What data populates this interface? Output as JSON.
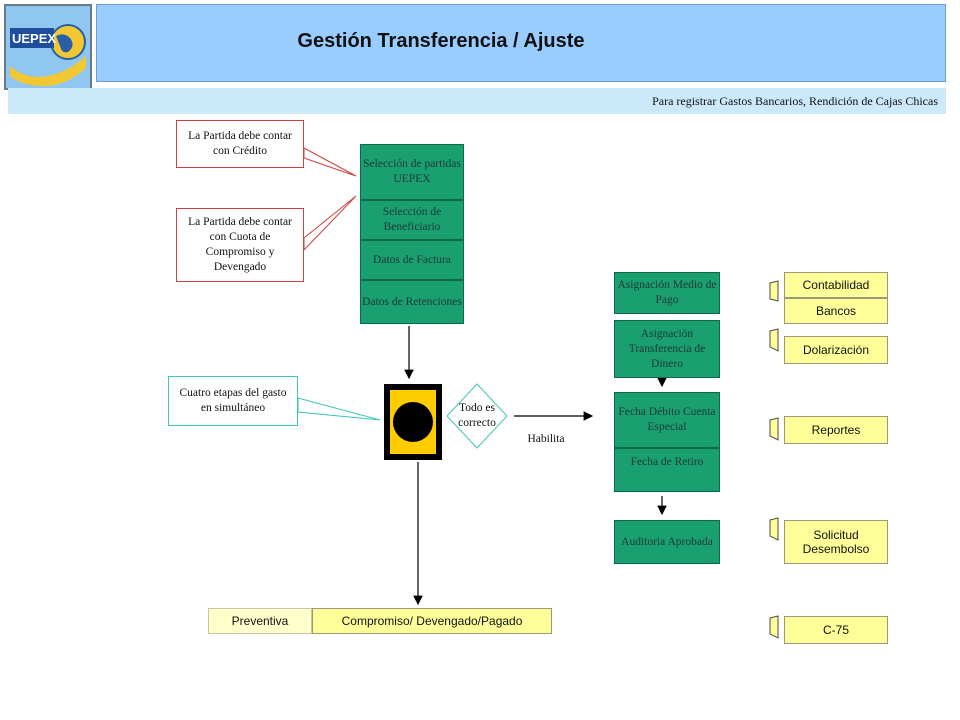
{
  "header": {
    "title": "Gestión Transferencia / Ajuste",
    "logo_text": "UEPEX"
  },
  "subheader": {
    "text": "Para registrar Gastos Bancarios, Rendición de Cajas Chicas"
  },
  "callouts": {
    "credito": "La Partida debe contar con Crédito",
    "cuota": "La Partida debe contar con Cuota de Compromiso y Devengado",
    "etapas": "Cuatro etapas del gasto en simultáneo"
  },
  "steps_left": [
    {
      "label": "Selección de partidas UEPEX"
    },
    {
      "label": "Selección de Beneficiario"
    },
    {
      "label": "Datos de Factura"
    },
    {
      "label": "Datos de Retenciones"
    }
  ],
  "decision": {
    "label": "Todo es correcto",
    "edge_label": "Habilita"
  },
  "steps_right": {
    "asignacion_medio": "Asignación Medio de Pago",
    "asignacion_transferencia": "Asignación Transferencia de Dinero",
    "fecha_debito": "Fecha Débito Cuenta Especial",
    "fecha_retiro": "Fecha de Retiro",
    "auditoria": "Auditoria Aprobada"
  },
  "stages": {
    "preventiva": "Preventiva",
    "compromiso": "Compromiso/ Devengado/Pagado"
  },
  "outputs": [
    {
      "label": "Contabilidad"
    },
    {
      "label": "Bancos"
    },
    {
      "label": "Dolarización"
    },
    {
      "label": "Reportes"
    },
    {
      "label": "Solicitud Desembolso"
    },
    {
      "label": "C-75"
    }
  ],
  "colors": {
    "header": "#99ccff",
    "subheader": "#cce8fb",
    "step_green": "#1aa070",
    "output_yellow": "#ffff99",
    "callout_red": "#d04040",
    "callout_teal": "#3cc8b4"
  }
}
